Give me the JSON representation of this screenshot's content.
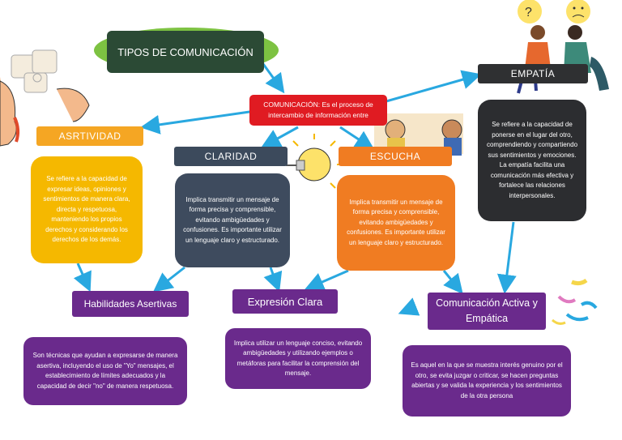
{
  "title": "TIPOS DE COMUNICACIÓN",
  "center": "COMUNICACIÓN: Es el proceso de intercambio de información entre",
  "asertividad": {
    "header": "ASRTIVIDAD",
    "text": "Se refiere a la capacidad de expresar ideas, opiniones y sentimientos de manera clara, directa y respetuosa, manteniendo los propios derechos y considerando los derechos de los demás."
  },
  "claridad": {
    "header": "CLARIDAD",
    "text": "Implica transmitir un mensaje de forma precisa y comprensible, evitando ambigüedades y confusiones. Es importante utilizar un lenguaje claro y estructurado."
  },
  "escucha": {
    "header": "ESCUCHA",
    "text": "Implica transmitir un mensaje de forma precisa y comprensible, evitando ambigüedades y confusiones. Es importante utilizar un lenguaje claro y estructurado."
  },
  "empatia": {
    "header": "EMPATÍA",
    "text": "Se refiere a la capacidad de ponerse en el lugar del otro, comprendiendo y compartiendo sus sentimientos y emociones. La empatía facilita una comunicación más efectiva y fortalece las relaciones interpersonales."
  },
  "habilidades": {
    "header": "Habilidades Asertivas",
    "text": "Son técnicas que ayudan a expresarse de manera asertiva, incluyendo el uso de \"Yo\" mensajes, el establecimiento de límites adecuados y la capacidad de decir \"no\" de manera respetuosa."
  },
  "expresion": {
    "header": "Expresión Clara",
    "text": "Implica utilizar un lenguaje conciso, evitando ambigüedades y utilizando ejemplos o metáforas para facilitar la comprensión del mensaje."
  },
  "comunicacion": {
    "header": "Comunicación Activa y Empática",
    "text": "Es aquel en la que se muestra interés genuino por el otro, se evita juzgar o criticar, se hacen preguntas abiertas y se valida la experiencia y los sentimientos de la otra persona"
  },
  "colors": {
    "arrow": "#29a8e0",
    "green": "#7dc242",
    "red": "#e01b22",
    "yellow": "#f5b800",
    "orange": "#f07c22",
    "slate": "#3e4b5e",
    "dark": "#2c2d30",
    "purple": "#6a2a8c"
  }
}
